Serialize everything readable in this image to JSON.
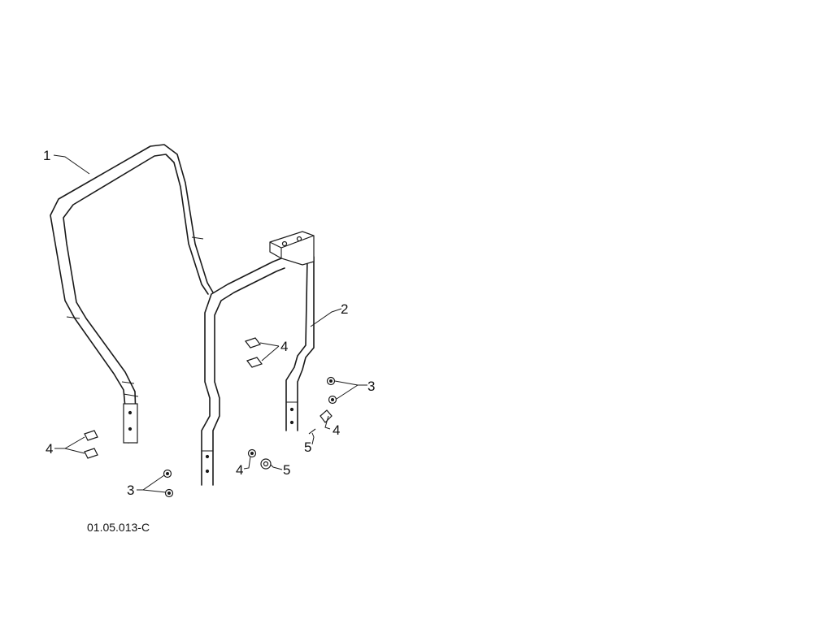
{
  "diagram": {
    "drawing_code": "01.05.013-C",
    "callouts": {
      "part_1": "1",
      "part_2": "2",
      "part_3_right": "3",
      "part_3_left": "3",
      "part_4_upper": "4",
      "part_4_right": "4",
      "part_4_left": "4",
      "part_4_center": "4",
      "part_5_right": "5",
      "part_5_center": "5"
    }
  }
}
